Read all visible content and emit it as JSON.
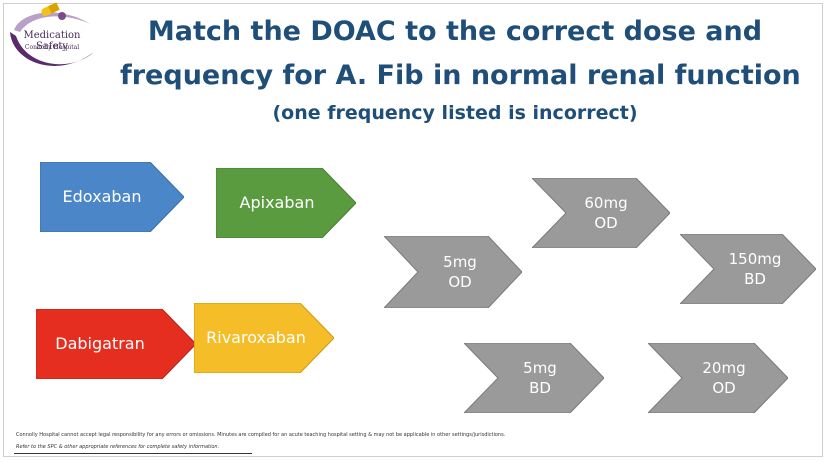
{
  "logo": {
    "line1": "Medication Safety",
    "line2": "Connolly Hospital"
  },
  "title": {
    "line1": "Match the DOAC to the correct dose and",
    "line2": "frequency for A. Fib in normal renal function",
    "subtitle": "(one frequency listed is incorrect)"
  },
  "drugs": [
    {
      "label": "Edoxaban",
      "color": "#4a86c8"
    },
    {
      "label": "Apixaban",
      "color": "#5b9b3f"
    },
    {
      "label": "Dabigatran",
      "color": "#e52e20"
    },
    {
      "label": "Rivaroxaban",
      "color": "#f5bd27"
    }
  ],
  "doses": [
    {
      "line1": "60mg",
      "line2": "OD"
    },
    {
      "line1": "5mg",
      "line2": "OD"
    },
    {
      "line1": "150mg",
      "line2": "BD"
    },
    {
      "line1": "5mg",
      "line2": "BD"
    },
    {
      "line1": "20mg",
      "line2": "OD"
    }
  ],
  "dose_color": "#9a9a9a",
  "footer": {
    "disclaimer": "Connolly Hospital cannot accept legal responsibility for any errors or omissions. Minutes are compiled for an acute teaching hospital setting & may not be applicable in other settings/jurisdictions.",
    "reference": "Refer to the SPC & other appropriate references for complete safety information."
  }
}
